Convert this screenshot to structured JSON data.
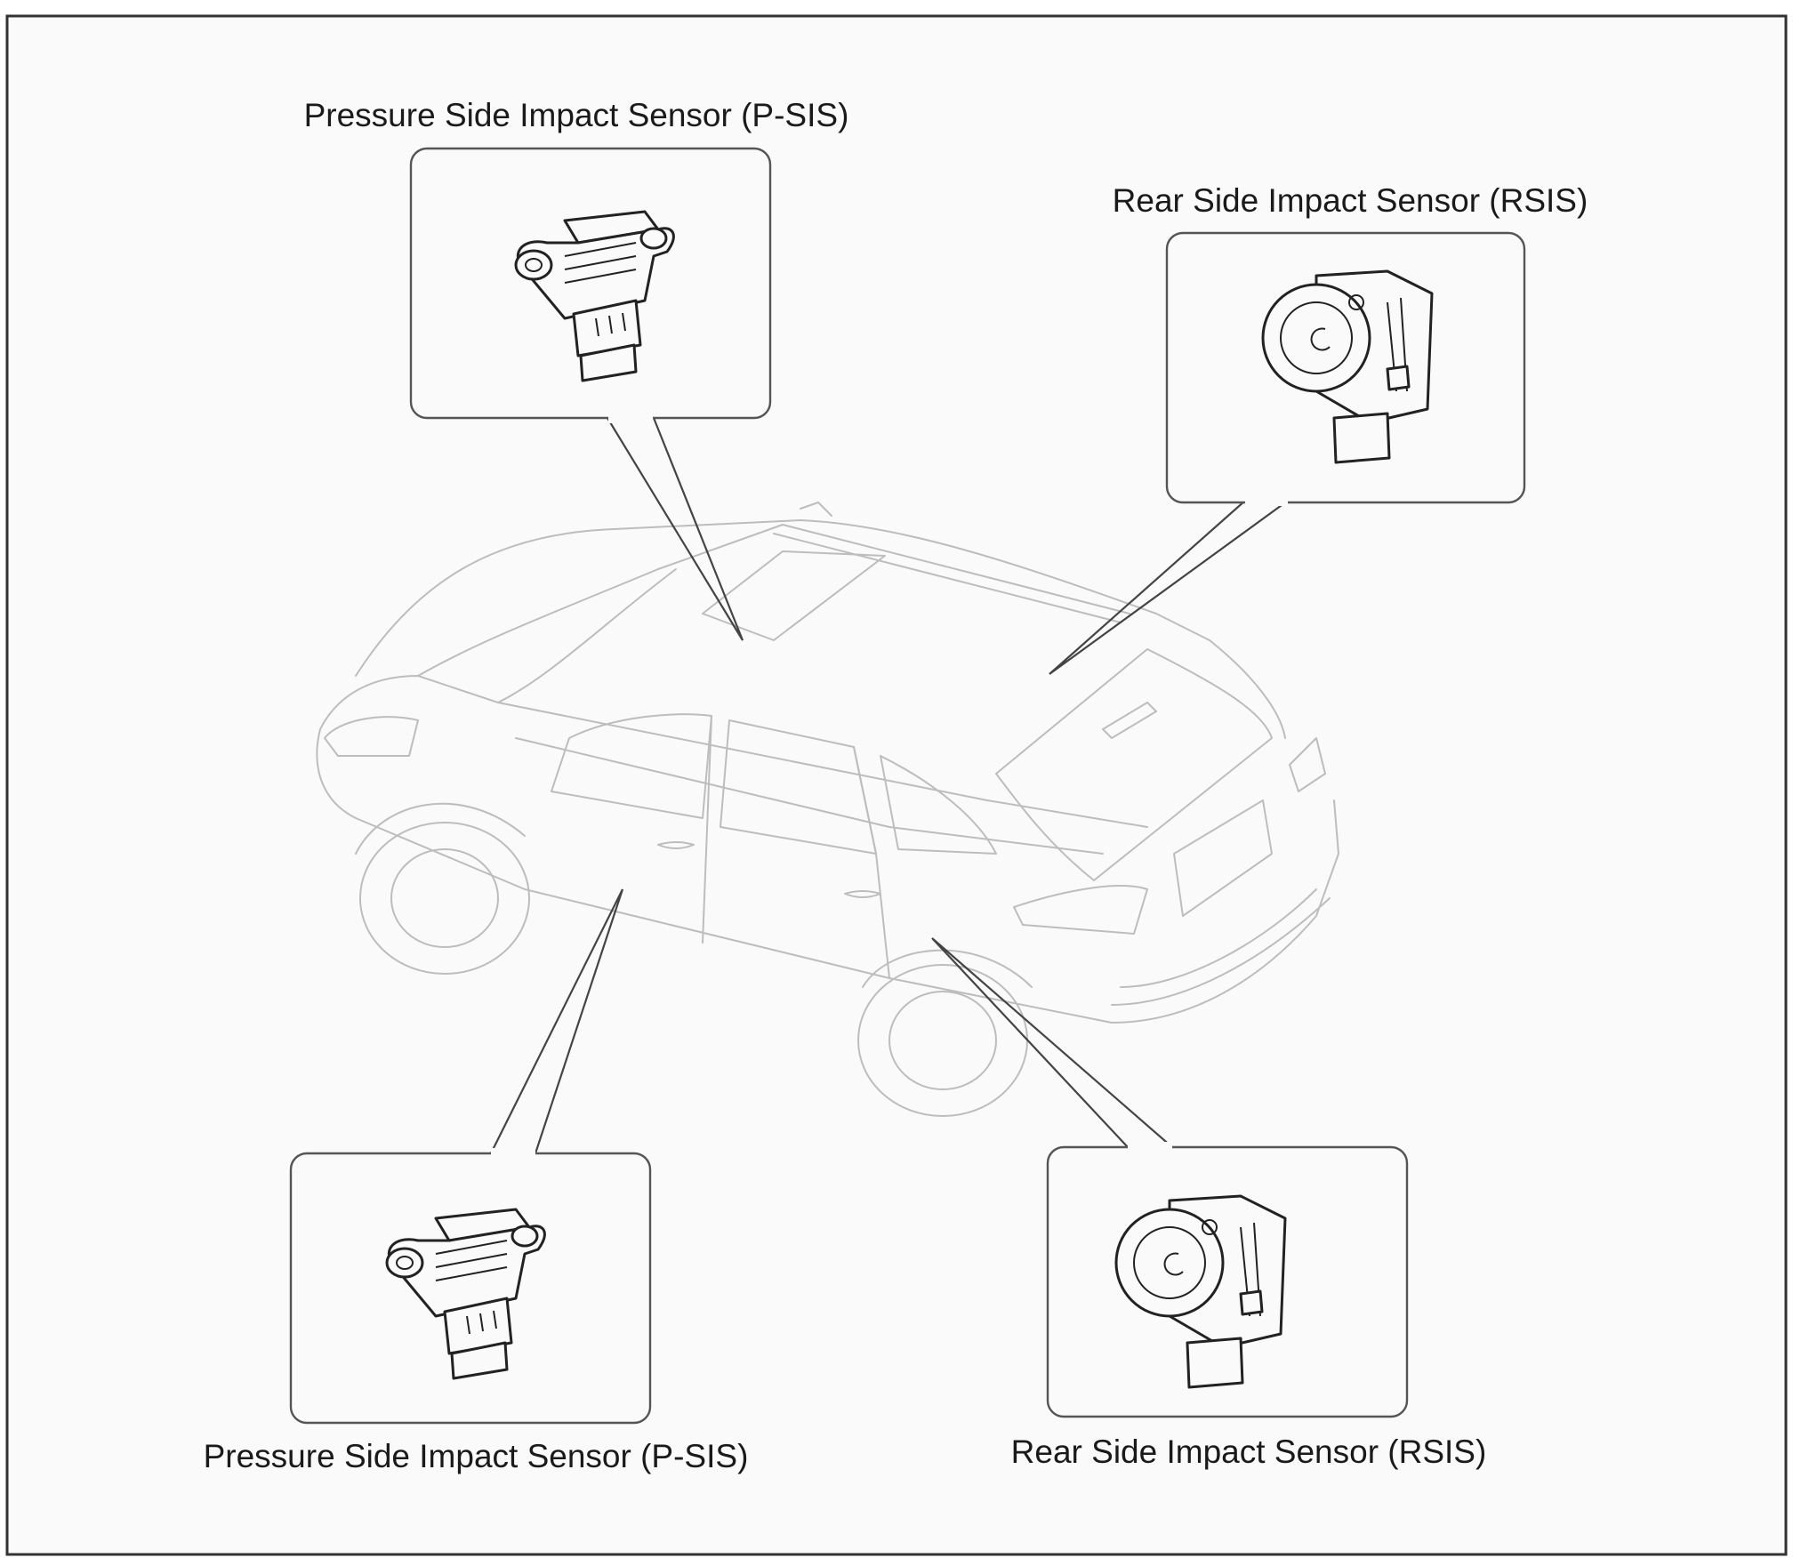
{
  "diagram": {
    "callouts": [
      {
        "id": "psis-front",
        "label": "Pressure Side Impact Sensor (P-SIS)"
      },
      {
        "id": "rsis-top",
        "label": "Rear Side Impact Sensor (RSIS)"
      },
      {
        "id": "psis-door",
        "label": "Pressure Side Impact Sensor (P-SIS)"
      },
      {
        "id": "rsis-rear",
        "label": "Rear Side Impact Sensor (RSIS)"
      }
    ]
  }
}
